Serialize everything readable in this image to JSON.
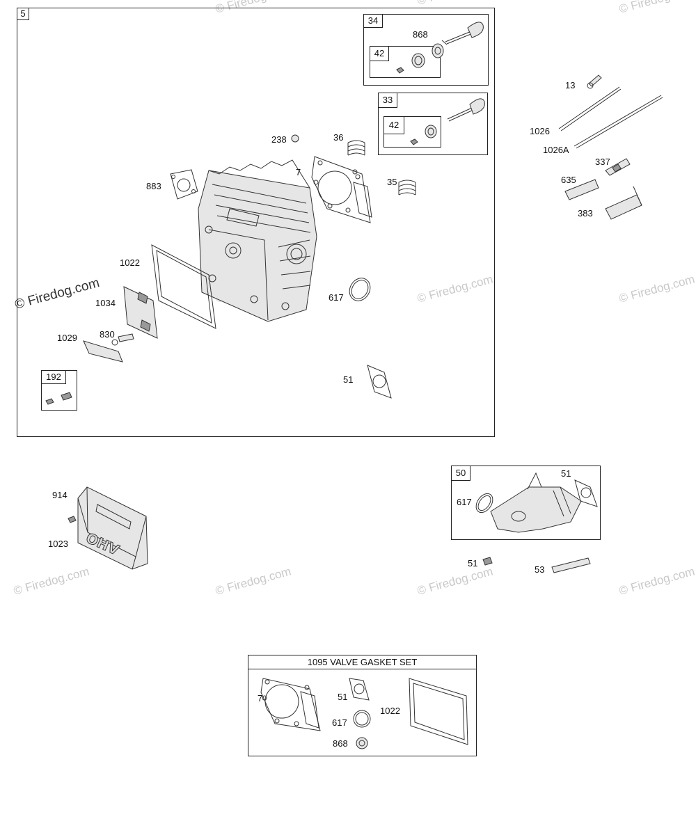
{
  "watermark": {
    "text": "© Firedog.com"
  },
  "main_assembly": {
    "ref": "5",
    "callouts": {
      "ref_238": "238",
      "ref_36": "36",
      "ref_7": "7",
      "ref_35": "35",
      "ref_883": "883",
      "ref_1022": "1022",
      "ref_1034": "1034",
      "ref_830": "830",
      "ref_1029": "1029",
      "ref_617": "617",
      "ref_51": "51"
    },
    "exhaust_valve_kit": {
      "ref": "34",
      "valve_label": "868",
      "sub_ref": "42"
    },
    "intake_valve_kit": {
      "ref": "33",
      "sub_ref": "42"
    },
    "screw_kit": {
      "ref": "192"
    }
  },
  "side_parts": {
    "ref_13": "13",
    "ref_1026": "1026",
    "ref_1026a": "1026A",
    "ref_337": "337",
    "ref_635": "635",
    "ref_383": "383"
  },
  "valve_cover": {
    "ref_914": "914",
    "ref_1023": "1023",
    "embossed_text": "OHV"
  },
  "intake_kit": {
    "ref": "50",
    "ref_617": "617",
    "ref_51": "51",
    "loose_ref_51": "51",
    "loose_ref_53": "53"
  },
  "gasket_set": {
    "title": "1095 VALVE GASKET SET",
    "ref_7": "7",
    "ref_51": "51",
    "ref_617": "617",
    "ref_868": "868",
    "ref_1022": "1022"
  }
}
